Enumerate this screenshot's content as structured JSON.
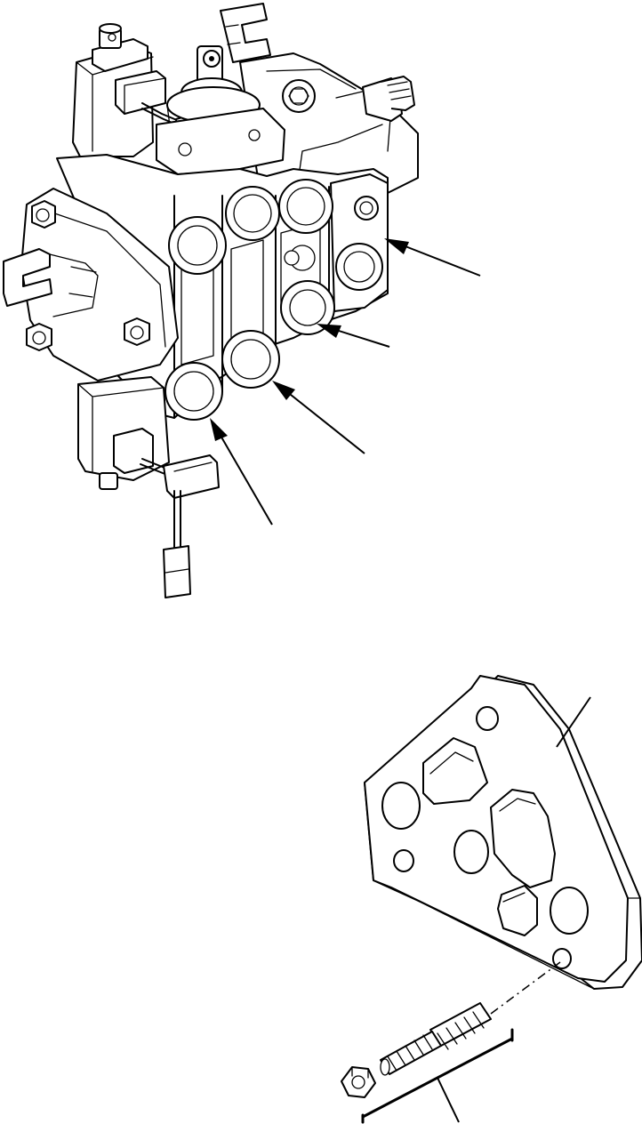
{
  "figure": {
    "upper_assembly": {
      "name": "control-valve-assembly",
      "callout_arrows": 4
    },
    "lower_assembly": {
      "name": "valve-plate-and-stud-kit"
    },
    "colors": {
      "line": "#000000",
      "background": "#ffffff"
    }
  }
}
